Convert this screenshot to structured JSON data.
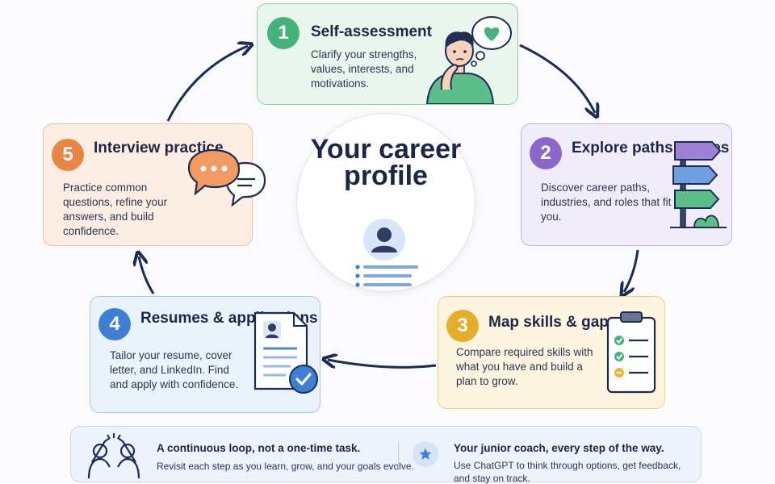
{
  "center": {
    "title": "Your career profile"
  },
  "steps": [
    {
      "number": "1",
      "title": "Self-assessment",
      "description": "Clarify your strengths, values, interests, and motivations.",
      "icon": "thinking-person-icon",
      "color": "#44b27a"
    },
    {
      "number": "2",
      "title": "Explore paths & roles",
      "description": "Discover career paths, industries, and roles that fit you.",
      "icon": "signpost-icon",
      "color": "#8b67cc"
    },
    {
      "number": "3",
      "title": "Map skills & gaps",
      "description": "Compare required skills with what you have and build a plan to grow.",
      "icon": "clipboard-checklist-icon",
      "color": "#e6ad2a"
    },
    {
      "number": "4",
      "title": "Resumes & applications",
      "description": "Tailor your resume, cover letter, and LinkedIn. Find and apply with confidence.",
      "icon": "resume-check-icon",
      "color": "#3d7fd4"
    },
    {
      "number": "5",
      "title": "Interview practice",
      "description": "Practice common questions, refine your answers, and build confidence.",
      "icon": "chat-bubbles-icon",
      "color": "#ea8548"
    }
  ],
  "footer": {
    "loop_heading": "A continuous loop, not a one-time task.",
    "loop_text": "Revisit each step as you learn, grow, and your goals evolve.",
    "coach_heading": "Your junior coach, every step of the way.",
    "coach_text": "Use ChatGPT to think through options, get feedback, and stay on track."
  }
}
